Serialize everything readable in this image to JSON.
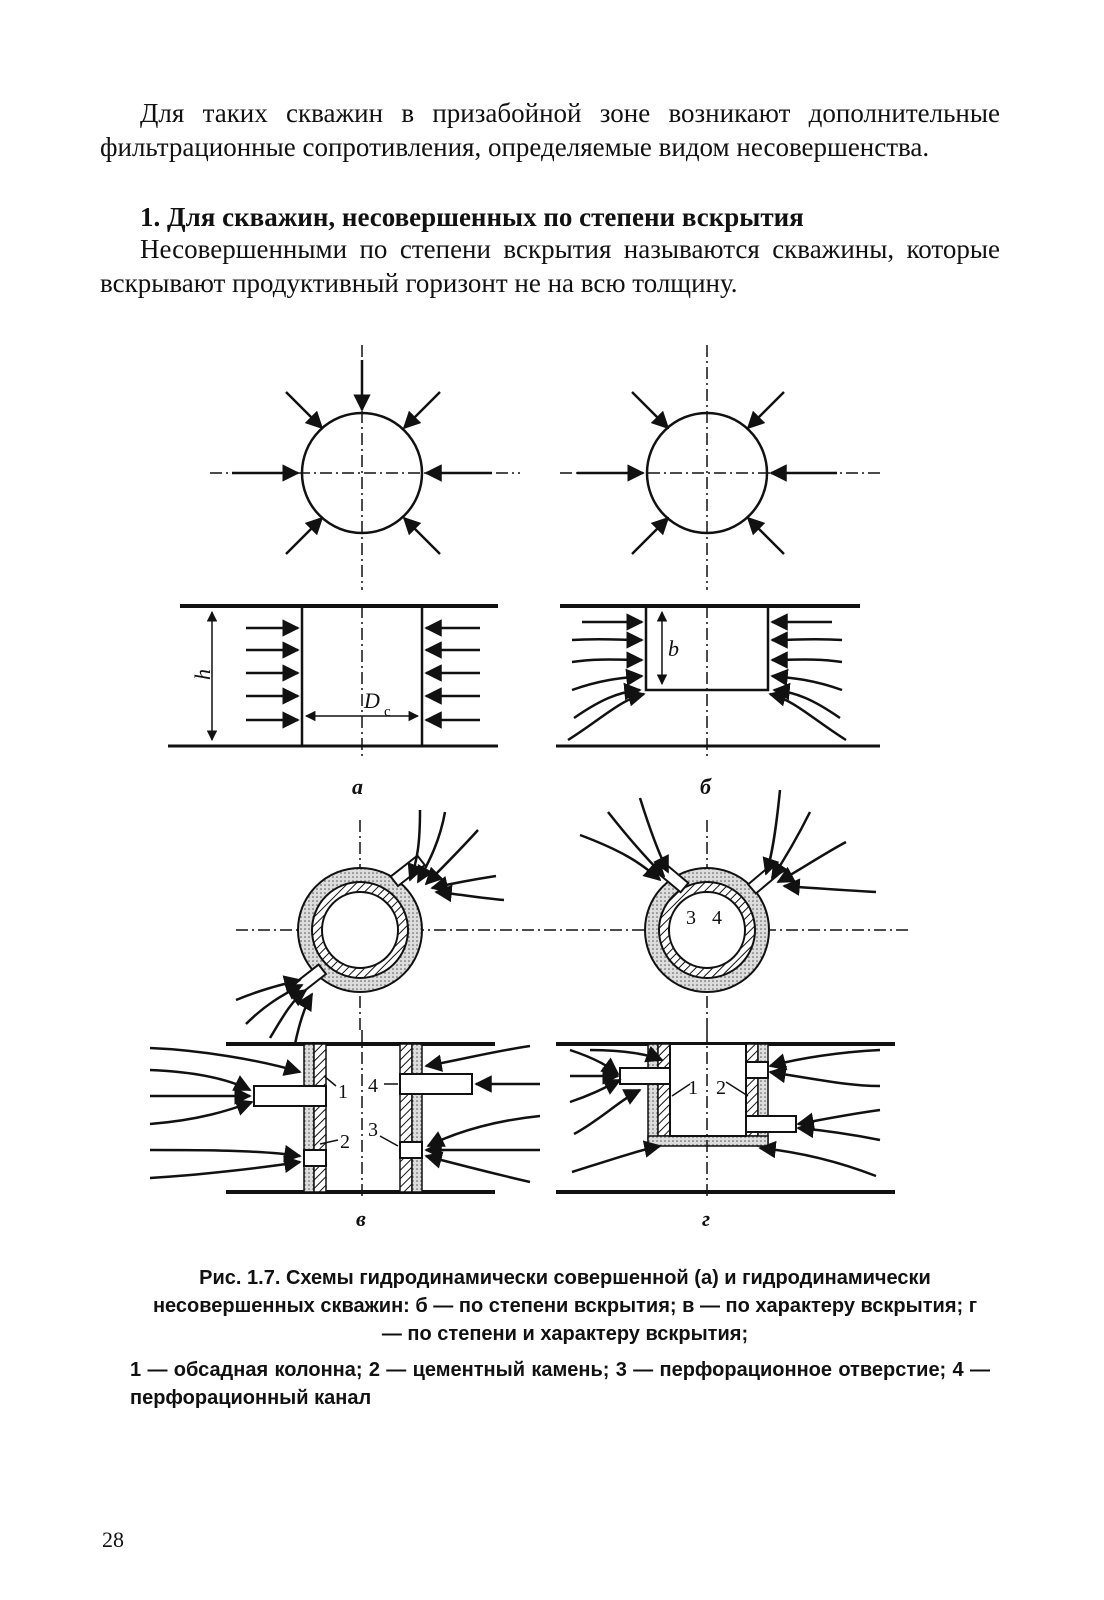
{
  "text": {
    "paragraph1": "Для таких скважин в призабойной зоне возникают дополнитель­ные фильтрационные сопротивления, определяемые видом несо­вершенства.",
    "heading": "1. Для скважин, несовершенных по степени вскрытия",
    "paragraph2": "Несовершенными по степени вскрытия называются скважины, которые вскрывают продуктивный горизонт не на всю толщину."
  },
  "figure": {
    "labels": {
      "h": "h",
      "b": "b",
      "diameter": "D",
      "diameter_sub": "c",
      "a": "а",
      "b_cyr": "б",
      "v": "в",
      "g": "г",
      "n1": "1",
      "n2": "2",
      "n3": "3",
      "n4": "4"
    },
    "caption_main": "Рис. 1.7. Схемы гидродинамически совершенной (а) и гидродинамически несовершенных скважин: б — по степени вскрытия; в — по характеру вскрытия; г — по степени и характеру вскрытия;",
    "caption_legend": "1 — обсадная колонна; 2 — цементный камень; 3 — перфорационное от­верстие; 4 — перфорационный канал"
  },
  "page_number": "28"
}
